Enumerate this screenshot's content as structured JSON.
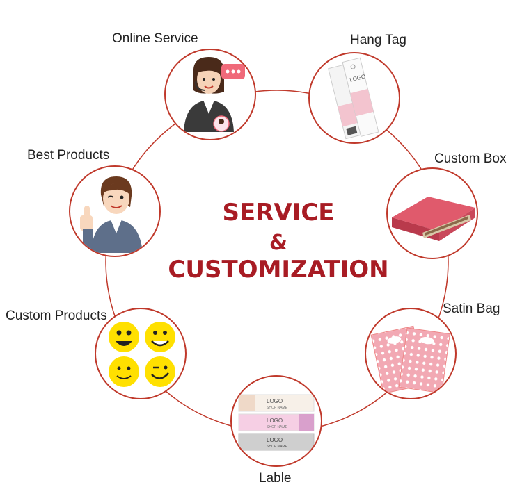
{
  "center": {
    "line1": "SERVICE",
    "line2": "&",
    "line3": "CUSTOMIZATION"
  },
  "accent_color": "#c0392b",
  "title_color": "#a81c24",
  "nodes": [
    {
      "label": "Online Service",
      "icon": "customer-service-agent-icon"
    },
    {
      "label": "Hang Tag",
      "icon": "hang-tag-icon"
    },
    {
      "label": "Custom Box",
      "icon": "gift-box-icon"
    },
    {
      "label": "Satin Bag",
      "icon": "polka-dot-bag-icon"
    },
    {
      "label": "Lable",
      "icon": "label-strips-icon"
    },
    {
      "label": "Custom Products",
      "icon": "smiley-faces-icon"
    },
    {
      "label": "Best Products",
      "icon": "thumbs-up-agent-icon"
    }
  ],
  "tag_text": {
    "logo": "LOGO",
    "shop": "SHOP NAME"
  }
}
